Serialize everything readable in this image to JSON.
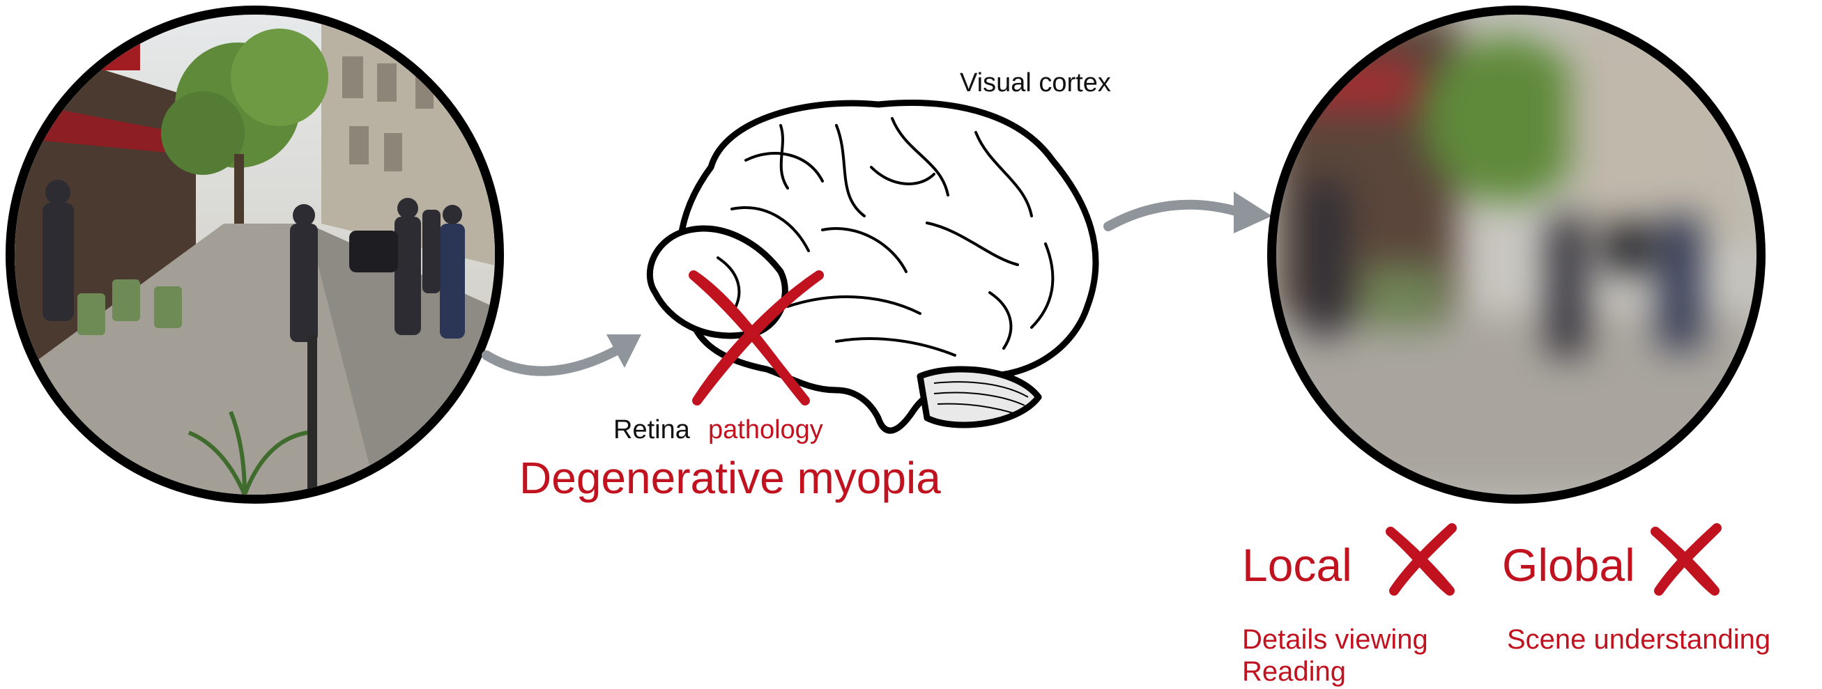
{
  "labels": {
    "visual_cortex": "Visual cortex",
    "retina_word": "Retina",
    "pathology_word": "pathology",
    "condition": "Degenerative myopia",
    "local": "Local",
    "global": "Global",
    "local_desc_1": "Details viewing",
    "local_desc_2": "Reading",
    "global_desc": "Scene understanding"
  },
  "colors": {
    "accent_red": "#c1121f",
    "arrow_gray": "#8f959b",
    "outline": "#000000"
  },
  "icons": {
    "cross": "red-x-mark",
    "arrow": "curved-gray-arrow"
  }
}
